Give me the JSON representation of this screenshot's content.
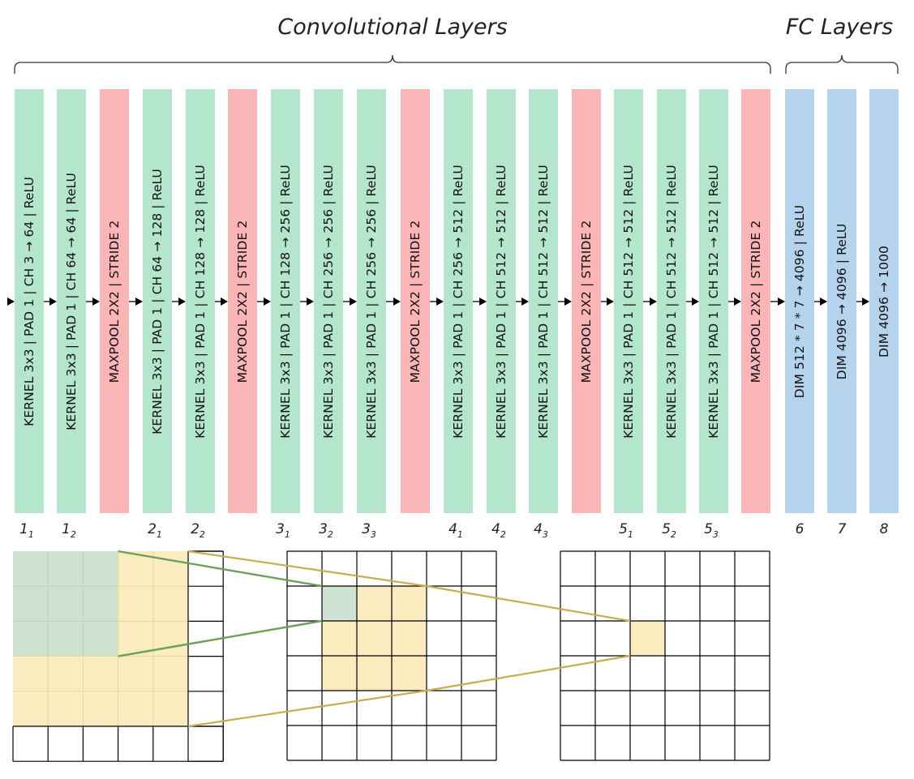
{
  "groups": {
    "conv": "Convolutional Layers",
    "fc": "FC Layers"
  },
  "layers": [
    {
      "type": "conv",
      "label": "KERNEL 3x3 | PAD 1 | CH  3 → 64 | ReLU",
      "index": "1",
      "sub": "1"
    },
    {
      "type": "conv",
      "label": "KERNEL 3x3 | PAD 1 | CH  64 → 64 | ReLU",
      "index": "1",
      "sub": "2"
    },
    {
      "type": "pool",
      "label": "MAXPOOL 2X2 | STRIDE 2",
      "index": "",
      "sub": ""
    },
    {
      "type": "conv",
      "label": "KERNEL 3x3 | PAD 1 | CH  64 → 128 | ReLU",
      "index": "2",
      "sub": "1"
    },
    {
      "type": "conv",
      "label": "KERNEL 3x3 | PAD 1 | CH  128 → 128 | ReLU",
      "index": "2",
      "sub": "2"
    },
    {
      "type": "pool",
      "label": "MAXPOOL 2X2 | STRIDE 2",
      "index": "",
      "sub": ""
    },
    {
      "type": "conv",
      "label": "KERNEL 3x3 | PAD 1 | CH  128 → 256 | ReLU",
      "index": "3",
      "sub": "1"
    },
    {
      "type": "conv",
      "label": "KERNEL 3x3 | PAD 1 | CH  256 → 256 | ReLU",
      "index": "3",
      "sub": "2"
    },
    {
      "type": "conv",
      "label": "KERNEL 3x3 | PAD 1 | CH  256 → 256 | ReLU",
      "index": "3",
      "sub": "3"
    },
    {
      "type": "pool",
      "label": "MAXPOOL 2X2 | STRIDE 2",
      "index": "",
      "sub": ""
    },
    {
      "type": "conv",
      "label": "KERNEL 3x3 | PAD 1 | CH  256 → 512 | ReLU",
      "index": "4",
      "sub": "1"
    },
    {
      "type": "conv",
      "label": "KERNEL 3x3 | PAD 1 | CH  512 → 512 | ReLU",
      "index": "4",
      "sub": "2"
    },
    {
      "type": "conv",
      "label": "KERNEL 3x3 | PAD 1 | CH  512 → 512 | ReLU",
      "index": "4",
      "sub": "3"
    },
    {
      "type": "pool",
      "label": "MAXPOOL 2X2 | STRIDE 2",
      "index": "",
      "sub": ""
    },
    {
      "type": "conv",
      "label": "KERNEL 3x3 | PAD 1 | CH  512 → 512 | ReLU",
      "index": "5",
      "sub": "1"
    },
    {
      "type": "conv",
      "label": "KERNEL 3x3 | PAD 1 | CH  512 → 512 | ReLU",
      "index": "5",
      "sub": "2"
    },
    {
      "type": "conv",
      "label": "KERNEL 3x3 | PAD 1 | CH  512 → 512 | ReLU",
      "index": "5",
      "sub": "3"
    },
    {
      "type": "pool",
      "label": "MAXPOOL 2X2 | STRIDE 2",
      "index": "",
      "sub": ""
    },
    {
      "type": "fc",
      "label": "DIM 512 * 7 * 7 → 4096 | ReLU",
      "index": "6",
      "sub": ""
    },
    {
      "type": "fc",
      "label": "DIM 4096 → 4096 | ReLU",
      "index": "7",
      "sub": ""
    },
    {
      "type": "fc",
      "label": "DIM 4096 → 1000",
      "index": "8",
      "sub": ""
    }
  ],
  "colors": {
    "conv": "#b3e6cd",
    "pool": "#fbb5b7",
    "fc": "#b5d3ec",
    "receptive_green": "#cfe3d3",
    "receptive_yellow": "#fbecc0",
    "line_green": "#6aa05a",
    "line_yellow": "#c9ac4e"
  }
}
